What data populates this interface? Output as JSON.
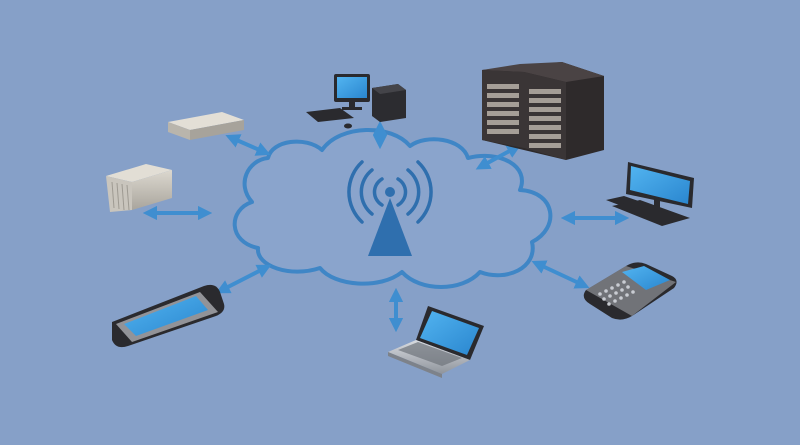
{
  "diagram": {
    "center": {
      "icon": "wifi-antenna-icon"
    },
    "cloud": {
      "icon": "cloud-icon"
    },
    "devices": [
      {
        "id": "desktop-computer",
        "icon": "desktop-computer-icon"
      },
      {
        "id": "server-rack",
        "icon": "server-rack-icon"
      },
      {
        "id": "router",
        "icon": "router-icon"
      },
      {
        "id": "wifi-access-point",
        "icon": "access-point-icon"
      },
      {
        "id": "monitor-keyboard",
        "icon": "monitor-icon"
      },
      {
        "id": "smartphone",
        "icon": "smartphone-icon"
      },
      {
        "id": "laptop",
        "icon": "laptop-icon"
      },
      {
        "id": "qwerty-phone",
        "icon": "qwerty-phone-icon"
      }
    ],
    "connections": "bidirectional"
  },
  "colors": {
    "background": "#86a0c8",
    "cloud_fill": "#8aa4cc",
    "cloud_stroke": "#3f86c6",
    "arrow": "#3f8ed0",
    "screen": "#3aa3e8",
    "dark_device": "#2a2a2e",
    "server": "#3a3536",
    "router_body": "#c9c5bd"
  }
}
